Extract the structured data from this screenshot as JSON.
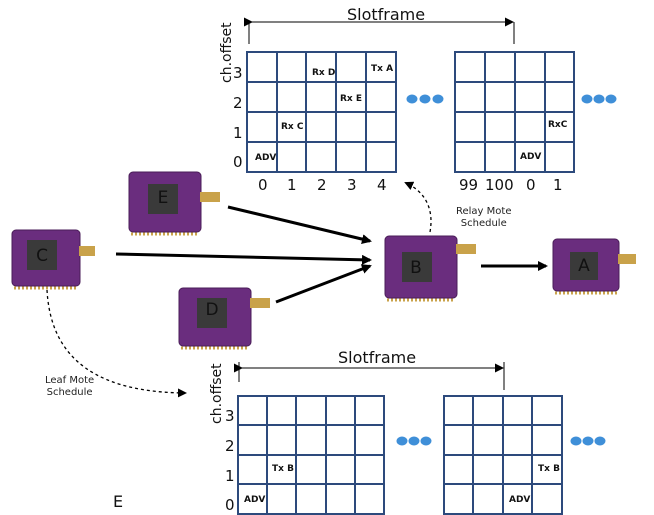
{
  "relay_schedule": {
    "title": "Slotframe",
    "axis_label": "ch.offset",
    "row_labels": [
      "3",
      "2",
      "1",
      "0"
    ],
    "col_labels": [
      "0",
      "1",
      "2",
      "3",
      "4",
      "99",
      "100",
      "0",
      "1"
    ],
    "cells": {
      "rx_d": "Rx D",
      "tx_a": "Tx A",
      "rx_e": "Rx E",
      "rx_c": "Rx C",
      "adv_left": "ADV",
      "rx_c_right": "RxC",
      "adv_right": "ADV"
    },
    "caption": "Relay Mote\nSchedule"
  },
  "leaf_schedule": {
    "title": "Slotframe",
    "axis_label": "ch.offset",
    "row_labels": [
      "3",
      "2",
      "1",
      "0"
    ],
    "cells": {
      "tx_b_left": "Tx B",
      "adv_left": "ADV",
      "tx_b_right": "Tx B",
      "adv_right": "ADV"
    },
    "caption": "Leaf Mote\nSchedule"
  },
  "motes": {
    "c": "C",
    "e": "E",
    "d": "D",
    "b": "B",
    "a": "A"
  },
  "corner_label": "E",
  "colors": {
    "grid": "#2d4a7c",
    "ellipsis": "#3f8fd8",
    "board": "#6a2d7e",
    "arrow": "#000000"
  }
}
